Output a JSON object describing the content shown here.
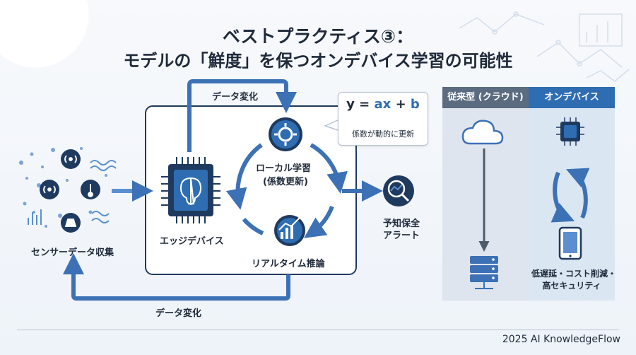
{
  "title": {
    "line1": "ベストプラクティス③：",
    "line2": "モデルの「鮮度」を保つオンデバイス学習の可能性"
  },
  "diagram": {
    "sensor_label": "センサーデータ収集",
    "edge_label": "エッジデバイス",
    "local_learning_label": "ローカル学習",
    "local_learning_sub": "(係数更新)",
    "inference_label": "リアルタイム推論",
    "alert_line1": "予知保全",
    "alert_line2": "アラート",
    "data_change_top": "データ変化",
    "data_change_bottom": "データ変化",
    "equation_prefix": "y = ",
    "equation_ax": "ax",
    "equation_plus": " + ",
    "equation_b": "b",
    "equation_note": "係数が動的に更新"
  },
  "comparison": {
    "traditional_title": "従来型 (クラウド)",
    "ondevice_title": "オンデバイス",
    "benefits_line1": "低遅延・コスト削減・",
    "benefits_line2": "高セキュリティ"
  },
  "footer": "2025 AI KnowledgeFlow",
  "colors": {
    "primary": "#2f6db2",
    "navy": "#1f3a5f",
    "text": "#1f2a3a",
    "accent_light": "#5b8fd0"
  },
  "icons": [
    "cloud-icon",
    "server-icon",
    "chip-icon",
    "brain-icon",
    "gear-icon",
    "chart-icon",
    "magnifier-icon",
    "tablet-icon",
    "wave-icon",
    "sensor-icon"
  ]
}
